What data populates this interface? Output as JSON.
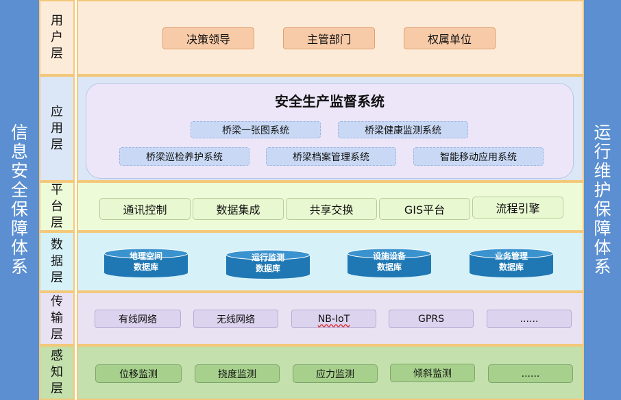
{
  "left_pillar": "信息安全保障体系",
  "right_pillar": "运行维护保障体系",
  "layers": {
    "user": {
      "label": "用户层",
      "items": [
        "决策领导",
        "主管部门",
        "权属单位"
      ]
    },
    "app": {
      "label": "应用层",
      "system_title": "安全生产监督系统",
      "row1": [
        "桥梁一张图系统",
        "桥梁健康监测系统"
      ],
      "row2": [
        "桥梁巡检养护系统",
        "桥梁档案管理系统",
        "智能移动应用系统"
      ]
    },
    "platform": {
      "label": "平台层",
      "items": [
        "通讯控制",
        "数据集成",
        "共享交换",
        "GIS平台",
        "流程引擎"
      ]
    },
    "data": {
      "label": "数据层",
      "items": [
        {
          "line1": "地理空间",
          "line2": "数据库"
        },
        {
          "line1": "运行监测",
          "line2": "数据库"
        },
        {
          "line1": "设施设备",
          "line2": "数据库"
        },
        {
          "line1": "业务管理",
          "line2": "数据库"
        }
      ]
    },
    "transport": {
      "label": "传输层",
      "items": [
        "有线网络",
        "无线网络",
        "NB-IoT",
        "GPRS",
        "......"
      ]
    },
    "sensing": {
      "label": "感知层",
      "items": [
        "位移监测",
        "挠度监测",
        "应力监测",
        "倾斜监测",
        "......"
      ]
    }
  },
  "colors": {
    "pillar": "#5b8fd1",
    "user_bg": "#fdebd9",
    "app_bg": "#dbe6f6",
    "platform_bg": "#eefbd8",
    "data_bg": "#d6f1f8",
    "transport_bg": "#e9e2f3",
    "sensing_bg": "#c3e0ad",
    "layer_border": "#f4c87a",
    "cylinder": "#1f78b4"
  }
}
